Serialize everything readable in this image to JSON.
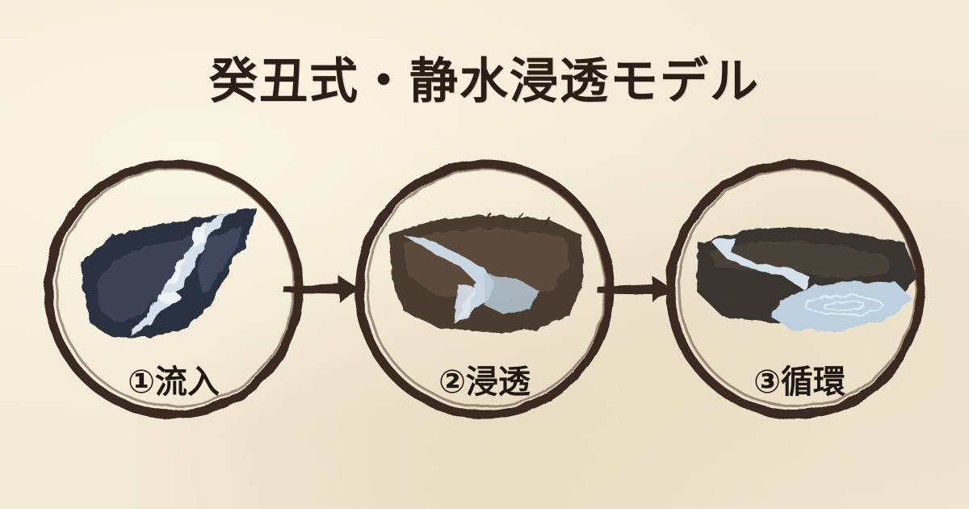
{
  "title": "癸丑式・静水浸透モデル",
  "steps": [
    {
      "label": "①流入",
      "icon": "waterfall-icon"
    },
    {
      "label": "②浸透",
      "icon": "soil-seepage-icon"
    },
    {
      "label": "③循環",
      "icon": "pond-circulation-icon"
    }
  ],
  "connectors": [
    "arrow-right-icon",
    "arrow-right-icon"
  ],
  "colors": {
    "background": "#f3ead6",
    "ink": "#2a1f17",
    "circle": "#3a2a20",
    "rock": "#2c3142",
    "soil": "#4a3c30",
    "water": "#c9d7e2"
  }
}
